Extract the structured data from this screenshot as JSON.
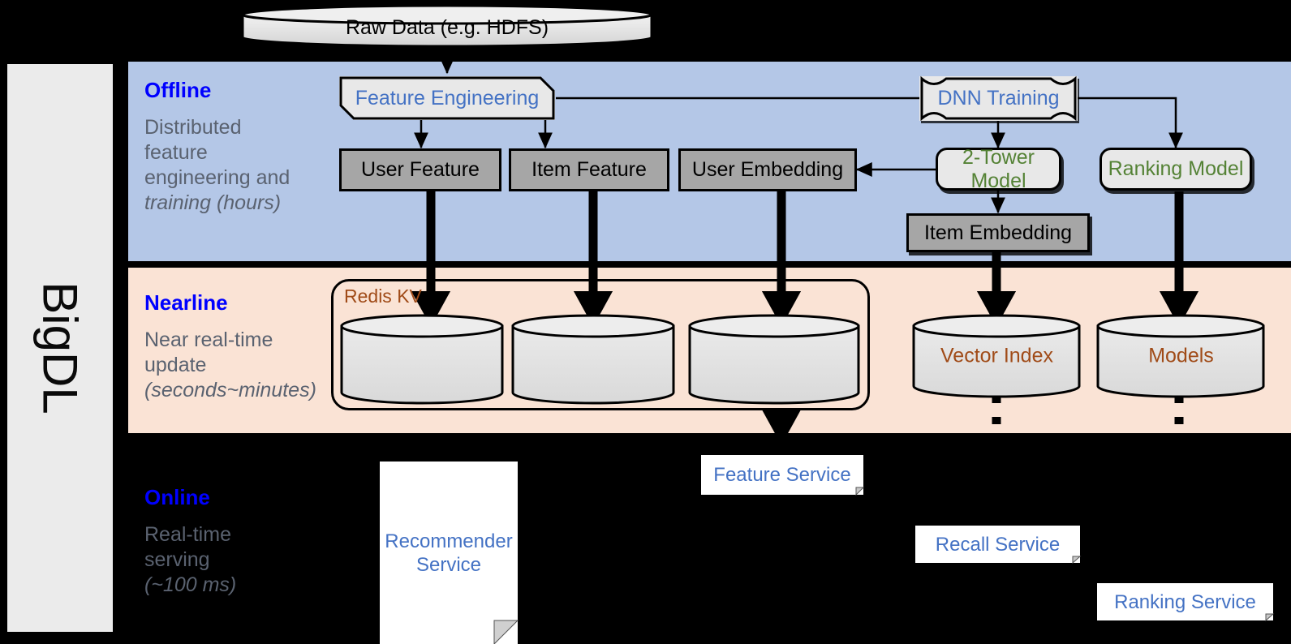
{
  "sidebar": {
    "label": "BigDL"
  },
  "bands": [
    {
      "key": "offline",
      "title": "Offline",
      "subtitle": "Distributed feature engineering and ",
      "subtitle_italic": "(hours)",
      "color": "#b4c7e7"
    },
    {
      "key": "nearline",
      "title": "Nearline",
      "subtitle": "Near real-time update ",
      "subtitle_italic": "(seconds~minutes)",
      "color": "#fae3d5"
    },
    {
      "key": "online",
      "title": "Online",
      "subtitle": "Real-time serving ",
      "subtitle_italic": "(~100 ms)",
      "color": "#000000"
    }
  ],
  "band_subtitle_lines": {
    "offline": [
      "Distributed",
      "feature",
      "engineering and",
      "training (hours)"
    ],
    "nearline": [
      "Near real-time",
      "update",
      "(seconds~minutes)"
    ],
    "online": [
      "Real-time",
      "serving",
      "(~100 ms)"
    ]
  },
  "source": {
    "label": "Raw Data (e.g. HDFS)"
  },
  "offline_nodes": {
    "feature_engineering": "Feature Engineering",
    "dnn_training": "DNN Training",
    "user_feature": "User Feature",
    "item_feature": "Item Feature",
    "user_embedding": "User Embedding",
    "two_tower_model": "2-Tower Model",
    "ranking_model": "Ranking Model",
    "item_embedding": "Item Embedding"
  },
  "nearline_nodes": {
    "redis_group": "Redis KV",
    "store_1": "",
    "store_2": "",
    "store_3": "",
    "vector_index": "Vector Index",
    "models": "Models"
  },
  "online_nodes": {
    "recommender_service": "Recommender Service",
    "recommender_service_line1": "Recommender",
    "recommender_service_line2": "Service",
    "feature_service": "Feature Service",
    "recall_service": "Recall Service",
    "ranking_service": "Ranking Service"
  },
  "colors": {
    "offline_band": "#b4c7e7",
    "nearline_band": "#fae3d5",
    "online_band": "#000000",
    "band_title": "#0000ff",
    "band_subtitle": "#5a6270",
    "blue_text": "#4472c4",
    "green_text": "#548235",
    "brown_text": "#a04b18",
    "gray_fill": "#a6a6a6",
    "light_fill": "#e8e8e8",
    "sidebar_fill": "#ebebeb"
  }
}
